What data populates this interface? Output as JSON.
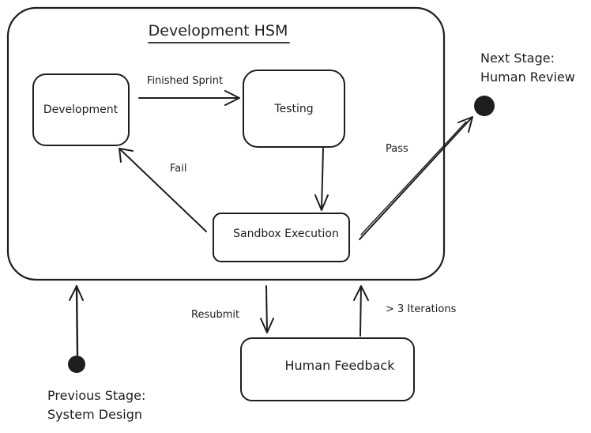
{
  "diagram": {
    "container_title": "Development HSM",
    "states": {
      "development": "Development",
      "testing": "Testing",
      "sandbox": "Sandbox Execution",
      "human_feedback": "Human Feedback"
    },
    "transitions": {
      "finished_sprint": "Finished Sprint",
      "fail": "Fail",
      "pass": "Pass",
      "resubmit": "Resubmit",
      "iterations": "> 3 Iterations"
    },
    "previous_stage": {
      "line1": "Previous Stage:",
      "line2": "System Design"
    },
    "next_stage": {
      "line1": "Next Stage:",
      "line2": "Human Review"
    }
  }
}
